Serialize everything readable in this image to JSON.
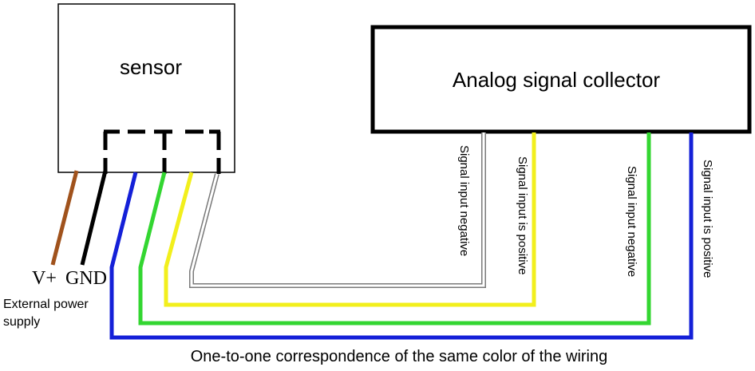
{
  "sensor": {
    "label": "sensor"
  },
  "collector": {
    "label": "Analog signal collector"
  },
  "power": {
    "vplus": "V+",
    "gnd": "GND",
    "caption_line1": "External power",
    "caption_line2": "supply"
  },
  "signals": {
    "white": "Signal input negative",
    "yellow": "Signal input is positive",
    "green": "Signal input negative",
    "blue": "Signal input is positive"
  },
  "footer": "One-to-one correspondence of the same color of the wiring",
  "colors": {
    "brown": "#a0521c",
    "black": "#000000",
    "blue": "#1420d8",
    "green": "#33d631",
    "yellow": "#f2ef1c",
    "white_wire": "#ffffff",
    "white_outline": "#7a7a7a"
  }
}
